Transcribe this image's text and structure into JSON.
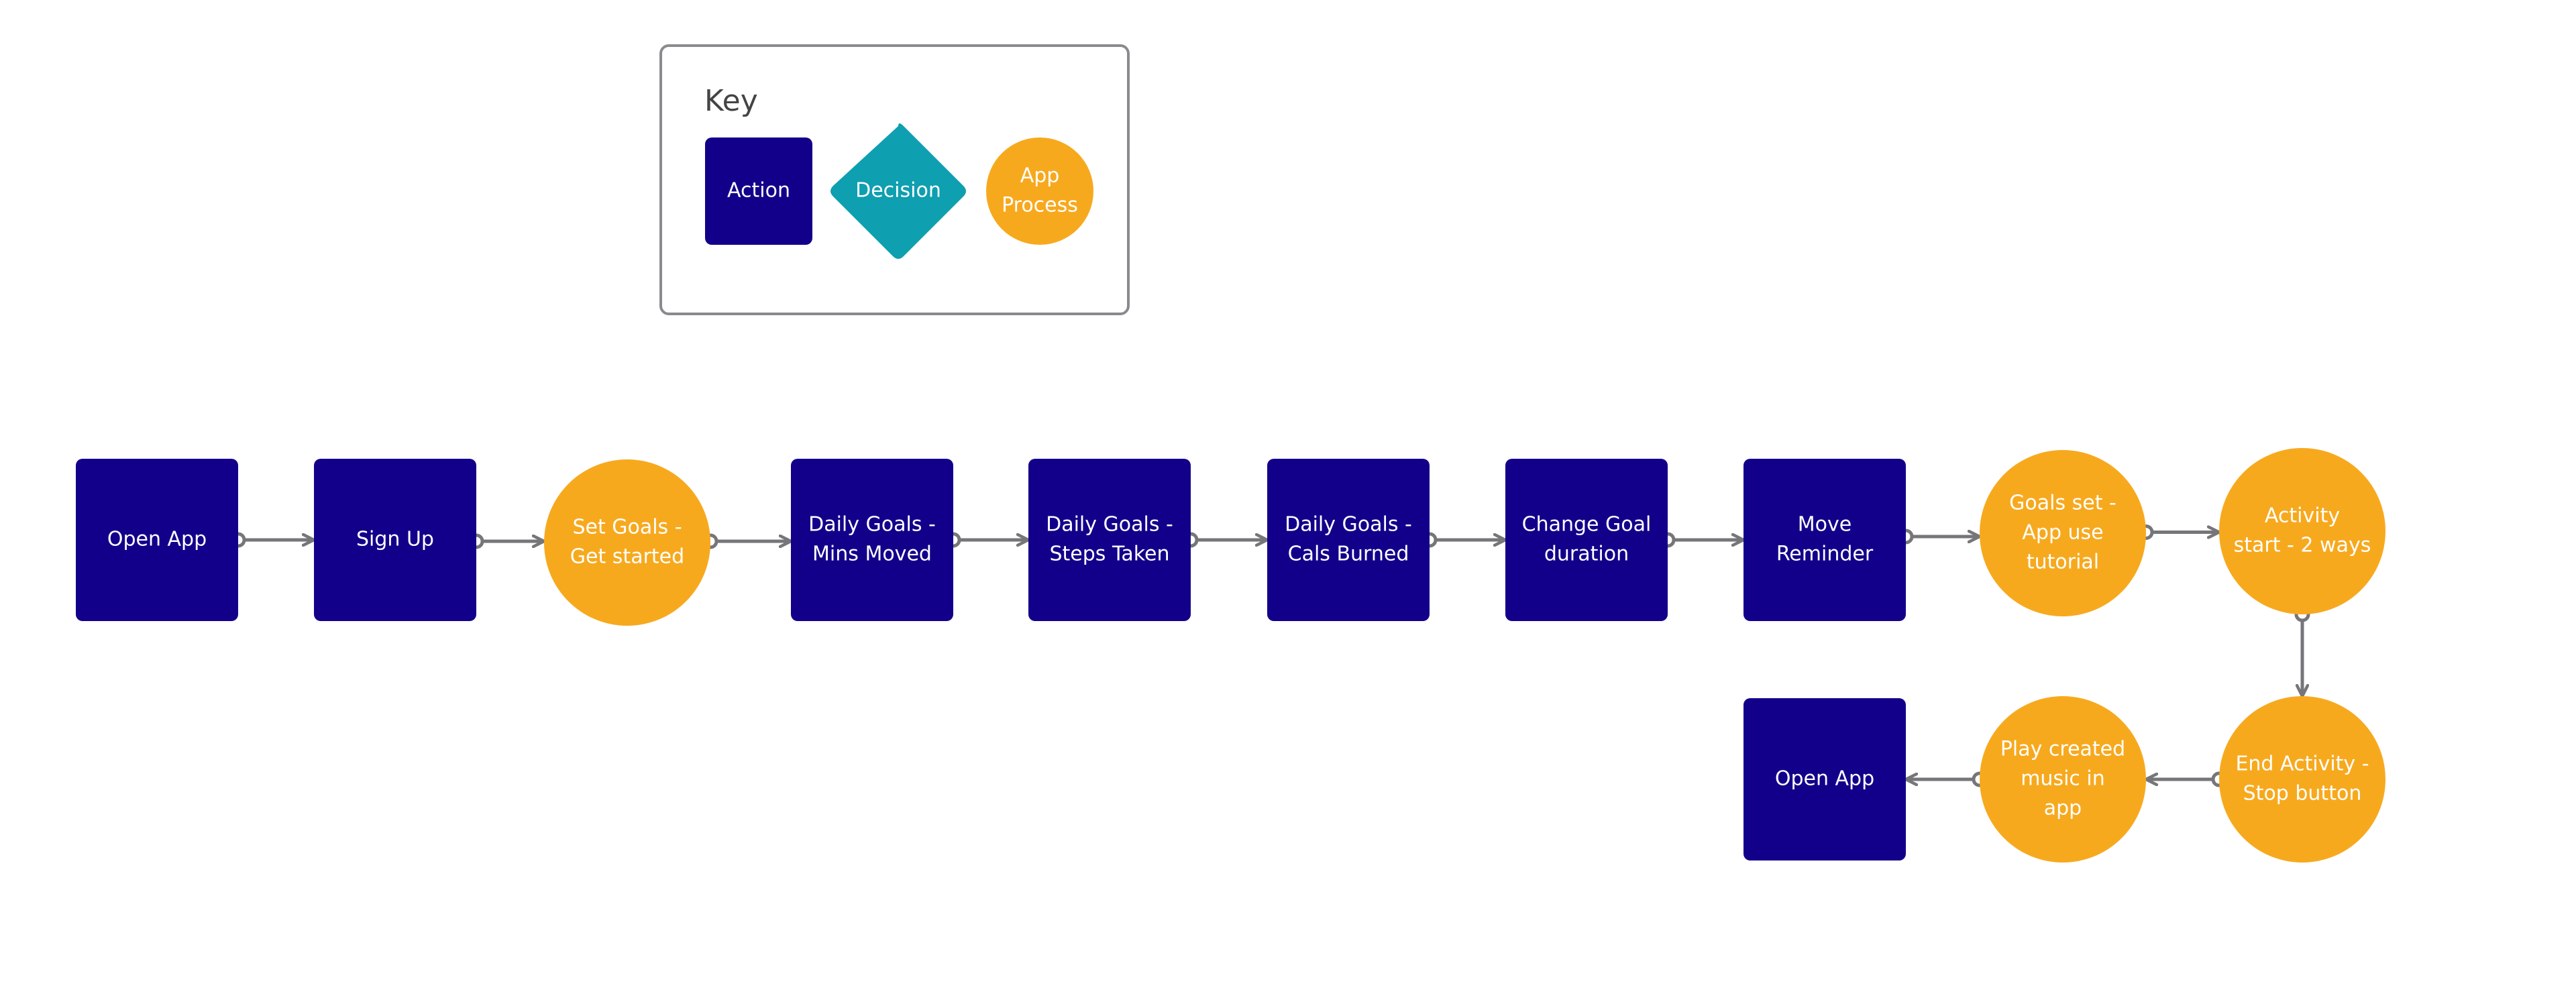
{
  "key": {
    "title": "Key",
    "items": [
      {
        "shape": "action",
        "label": [
          "Action"
        ]
      },
      {
        "shape": "decision",
        "label": [
          "Decision"
        ]
      },
      {
        "shape": "process",
        "label": [
          "App",
          "Process"
        ]
      }
    ]
  },
  "colors": {
    "action": "#13008A",
    "decision": "#0E9FB0",
    "process": "#F7A91E",
    "connector": "#76767A",
    "key_border": "#8A8A8E",
    "text": "#ffffff"
  },
  "nodes": [
    {
      "id": "open-app-1",
      "shape": "action",
      "label": [
        "Open App"
      ]
    },
    {
      "id": "sign-up",
      "shape": "action",
      "label": [
        "Sign Up"
      ]
    },
    {
      "id": "set-goals",
      "shape": "process",
      "label": [
        "Set Goals -",
        "Get started"
      ]
    },
    {
      "id": "daily-goals-mins",
      "shape": "action",
      "label": [
        "Daily Goals -",
        "Mins Moved"
      ]
    },
    {
      "id": "daily-goals-steps",
      "shape": "action",
      "label": [
        "Daily Goals -",
        "Steps Taken"
      ]
    },
    {
      "id": "daily-goals-cals",
      "shape": "action",
      "label": [
        "Daily Goals -",
        "Cals Burned"
      ]
    },
    {
      "id": "change-goal-duration",
      "shape": "action",
      "label": [
        "Change Goal",
        "duration"
      ]
    },
    {
      "id": "move-reminder",
      "shape": "action",
      "label": [
        "Move",
        "Reminder"
      ]
    },
    {
      "id": "goals-set-tutorial",
      "shape": "process",
      "label": [
        "Goals set -",
        "App use",
        "tutorial"
      ]
    },
    {
      "id": "activity-start",
      "shape": "process",
      "label": [
        "Activity",
        "start - 2 ways"
      ]
    },
    {
      "id": "end-activity",
      "shape": "process",
      "label": [
        "End Activity -",
        "Stop button"
      ]
    },
    {
      "id": "play-music",
      "shape": "process",
      "label": [
        "Play created",
        "music in",
        "app"
      ]
    },
    {
      "id": "open-app-2",
      "shape": "action",
      "label": [
        "Open App"
      ]
    }
  ],
  "edges": [
    {
      "from": "open-app-1",
      "to": "sign-up"
    },
    {
      "from": "sign-up",
      "to": "set-goals"
    },
    {
      "from": "set-goals",
      "to": "daily-goals-mins"
    },
    {
      "from": "daily-goals-mins",
      "to": "daily-goals-steps"
    },
    {
      "from": "daily-goals-steps",
      "to": "daily-goals-cals"
    },
    {
      "from": "daily-goals-cals",
      "to": "change-goal-duration"
    },
    {
      "from": "change-goal-duration",
      "to": "move-reminder"
    },
    {
      "from": "move-reminder",
      "to": "goals-set-tutorial"
    },
    {
      "from": "goals-set-tutorial",
      "to": "activity-start"
    },
    {
      "from": "activity-start",
      "to": "end-activity"
    },
    {
      "from": "end-activity",
      "to": "play-music"
    },
    {
      "from": "play-music",
      "to": "open-app-2"
    }
  ]
}
